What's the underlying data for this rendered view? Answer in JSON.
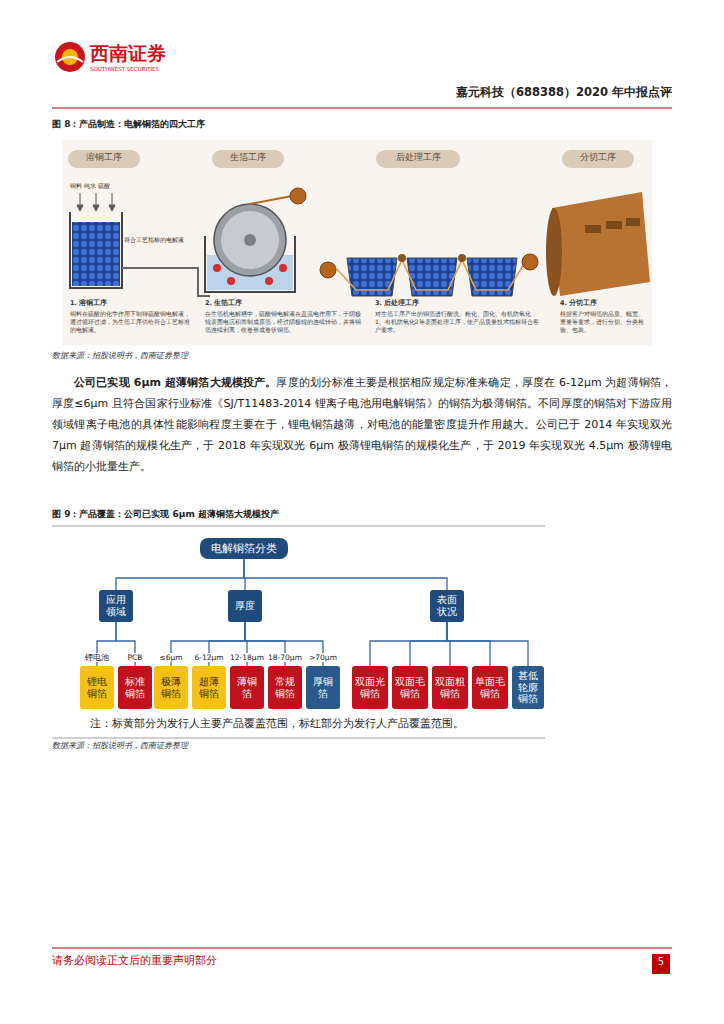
{
  "diagram": {
    "title": "图 9：产品覆盖：公司已实现 6μm 超薄铜箔大规模投产",
    "caption": "注：标黄部分为发行人主要产品覆盖范围，标红部分为发行人产品覆盖范围。",
    "nodes": [
      {
        "text": [
          "电解铜箔分类"
        ]
      },
      {
        "text": [
          "应用领域"
        ]
      },
      {
        "text": [
          "厚度"
        ]
      },
      {
        "text": [
          "表面状况"
        ]
      },
      {
        "text": [
          "锂电铜箔"
        ]
      },
      {
        "text": [
          "标准铜箔"
        ]
      },
      {
        "text": [
          "极薄铜箔"
        ]
      },
      {
        "text": [
          "超薄铜箔"
        ]
      },
      {
        "text": [
          "薄铜箔"
        ]
      },
      {
        "text": [
          "常规铜箔"
        ]
      },
      {
        "text": [
          "厚铜箔"
        ]
      },
      {
        "text": [
          "双面光铜箔"
        ]
      },
      {
        "text": [
          "双面毛铜箔"
        ]
      },
      {
        "text": [
          "双面粗铜箔"
        ]
      },
      {
        "text": [
          "单面毛铜箔"
        ]
      },
      {
        "text": [
          "甚低轮廓铜箔"
        ]
      }
    ],
    "edges": [
      {
        "from": 0,
        "to": 1,
        "arrow": "none"
      },
      {
        "from": 0,
        "to": 2,
        "arrow": "none"
      },
      {
        "from": 0,
        "to": 3,
        "arrow": "none"
      },
      {
        "from": 1,
        "to": 4,
        "arrow": "none",
        "label": "锂电池"
      },
      {
        "from": 1,
        "to": 5,
        "arrow": "none",
        "label": "PCB"
      },
      {
        "from": 2,
        "to": 6,
        "arrow": "none",
        "label": "≤6μm"
      },
      {
        "from": 2,
        "to": 7,
        "arrow": "none",
        "label": "6-12μm"
      },
      {
        "from": 2,
        "to": 8,
        "arrow": "none",
        "label": "12-18μm"
      },
      {
        "from": 2,
        "to": 9,
        "arrow": "none",
        "label": "18-70μm"
      },
      {
        "from": 2,
        "to": 10,
        "arrow": "none",
        "label": ">70μm"
      },
      {
        "from": 3,
        "to": 11,
        "arrow": "none"
      },
      {
        "from": 3,
        "to": 12,
        "arrow": "none"
      },
      {
        "from": 3,
        "to": 13,
        "arrow": "none"
      },
      {
        "from": 3,
        "to": 14,
        "arrow": "none"
      },
      {
        "from": 3,
        "to": 15,
        "arrow": "none"
      }
    ],
    "labels": [
      "西南证券",
      "SOUTHWEST SECURITIES",
      "嘉元科技（688388）2020 年中报点评",
      "图 8：产品制造：电解铜箔的四大工序",
      "溶铜工序",
      "生箔工序",
      "后处理工序",
      "分切工序",
      "铜料 纯水 硫酸",
      "符合工艺指标的电解液",
      "1. 溶铜工序",
      "铜料在硫酸的化学作用下制得硫酸铜电解液，通过循环过滤，为生箔工序供给符合工艺标准的电解液。",
      "2. 生箔工序",
      "在生箔机电解槽中，硫酸铜电解液在直流电作用下，于阴极辊表面电沉积而制成原箔，经过阴极辊的连续转动，并将铜箔连续剥离，收卷形成卷状铜箔。",
      "3. 后处理工序",
      "对生箔工序产出的铜箔进行酸洗、粗化、固化、有机防氧化1、有机防氧化2等表面处理工序，使产品质量技术指标符合客户要求。",
      "4. 分切工序",
      "根据客户对铜箔的品质、幅宽、重量等要求，进行分切、分类检验、包装。",
      "数据来源：招股说明书，西南证券整理",
      "公司已实现 6μm 超薄铜箔大规模投产。",
      "厚度的划分标准主要是根据相应规定标准来确定，厚度在 6-12μm 为超薄铜箔，厚度≤6μm 且符合国家行业标准《SJ/T11483-2014 锂离子电池用电解铜箔》的铜箔为极薄铜箔。不同厚度的铜箔对下游应用领域锂离子电池的具体性能影响程度主要在于，锂电铜箔越薄，对电池的能量密度提升作用越大。公司已于 2014 年实现双光 7μm 超薄铜箔的规模化生产，于 2018 年实现双光 6μm 极薄锂电铜箔的规模化生产，于 2019 年实现双光 4.5μm 极薄锂电铜箔的小批量生产。",
      "数据来源：招股说明书，西南证券整理",
      "请务必阅读正文后的重要声明部分",
      "5"
    ]
  }
}
